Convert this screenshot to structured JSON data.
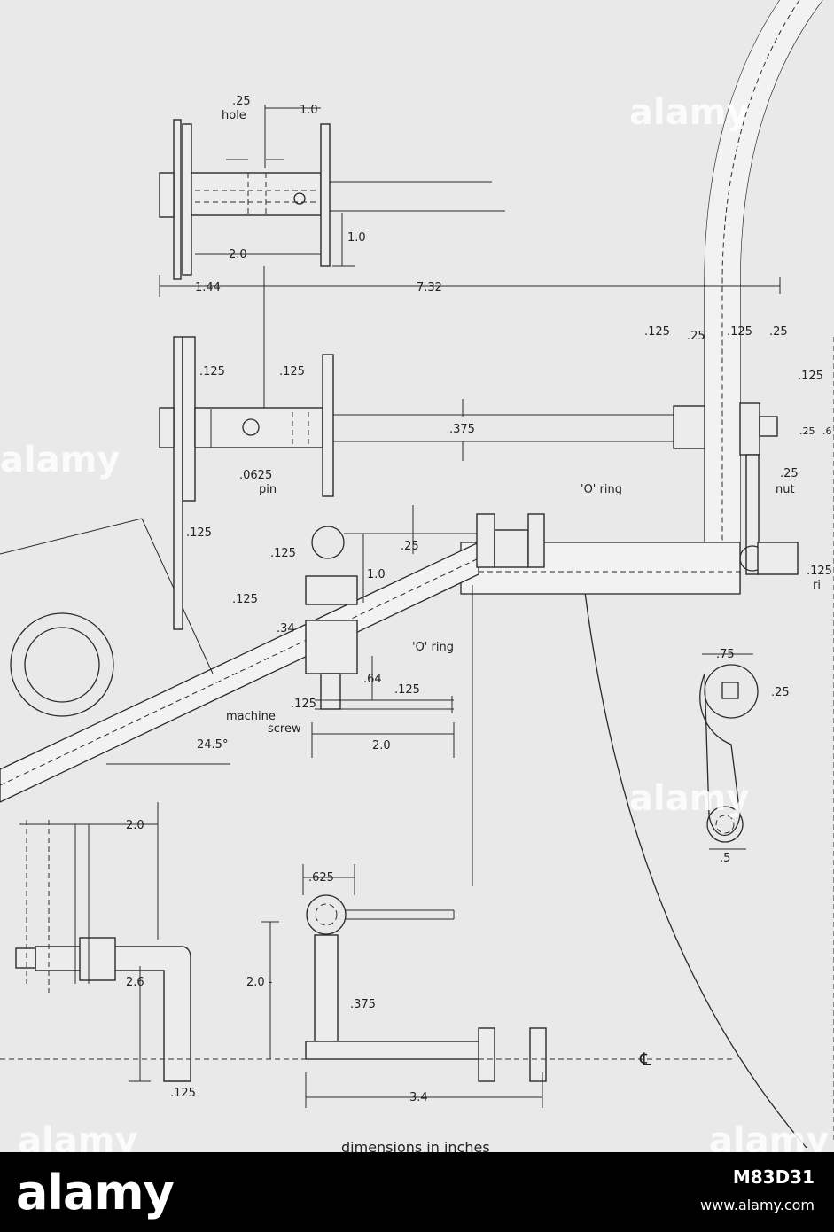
{
  "watermark": {
    "text": "alamy",
    "positions_note": ""
  },
  "footer": {
    "logo": "alamy",
    "image_id": "M83D31",
    "url": "www.alamy.com"
  },
  "labels": {
    "hole_dim": ".25",
    "hole_word": "hole",
    "top_1_0": "1.0",
    "side_1_0": "1.0",
    "width_2_0_top": "2.0",
    "dim_1_44": "1.44",
    "dim_7_32": "7.32",
    "dim_125_a": ".125",
    "dim_125_b": ".125",
    "dim_125_c": ".125",
    "dim_125_d": ".125",
    "dim_125_e": ".125",
    "dim_25_a": ".25",
    "dim_25_b": ".25",
    "dim_125_right": ".125",
    "dim_375": ".375",
    "dim_0625": ".0625",
    "pin_word": "pin",
    "o_ring_1": "'O' ring",
    "dim_25_6": ".25",
    "dim_6": ".6",
    "nut_dim": ".25",
    "nut_word": "nut",
    "dim_125_left_low": ".125",
    "mid_25": ".25",
    "mid_125_a": ".125",
    "mid_1_0": "1.0",
    "mid_125_b": ".125",
    "mid_34": ".34",
    "o_ring_2": "'O' ring",
    "mid_64": ".64",
    "mid_125_c": ".125",
    "machine_125": ".125",
    "machine_word": "machine",
    "screw_word": "screw",
    "angle": "24.5°",
    "mid_2_0": "2.0",
    "rivet_125": ".125",
    "rivet_word": "ri",
    "crank_75": ".75",
    "crank_25": ".25",
    "crank_5": ".5",
    "lower_2_0": "2.0",
    "lower_2_6": "2.6",
    "lower_125": ".125",
    "lower_625": ".625",
    "lower_2_0_b": "2.0 -",
    "lower_375": ".375",
    "lower_3_4": "3.4",
    "centerline": "℄",
    "caption": "dimensions in inches"
  }
}
